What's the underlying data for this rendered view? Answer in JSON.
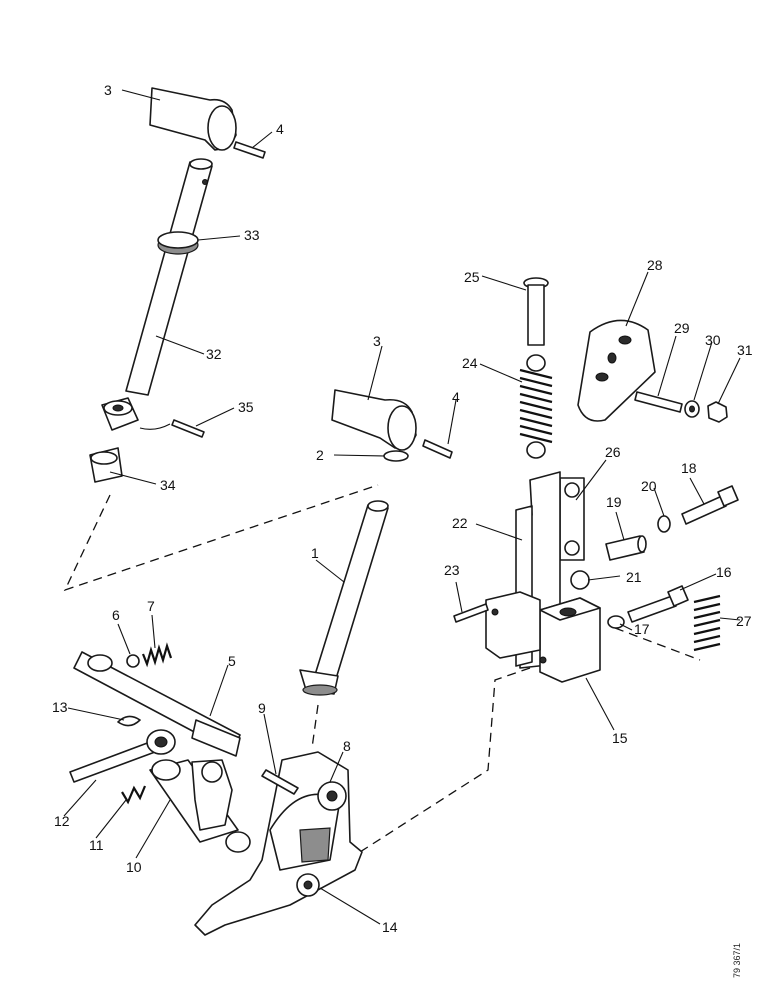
{
  "labels": {
    "l1": "1",
    "l2": "2",
    "l3a": "3",
    "l3b": "3",
    "l4a": "4",
    "l4b": "4",
    "l5": "5",
    "l6": "6",
    "l7": "7",
    "l8": "8",
    "l9": "9",
    "l10": "10",
    "l11": "11",
    "l12": "12",
    "l13": "13",
    "l14": "14",
    "l15": "15",
    "l16": "16",
    "l17": "17",
    "l18": "18",
    "l19": "19",
    "l20": "20",
    "l21": "21",
    "l22": "22",
    "l23": "23",
    "l24": "24",
    "l25": "25",
    "l26": "26",
    "l27": "27",
    "l28": "28",
    "l29": "29",
    "l30": "30",
    "l31": "31",
    "l32": "32",
    "l33": "33",
    "l34": "34",
    "l35": "35"
  },
  "drawing_ref": "79 367/1"
}
